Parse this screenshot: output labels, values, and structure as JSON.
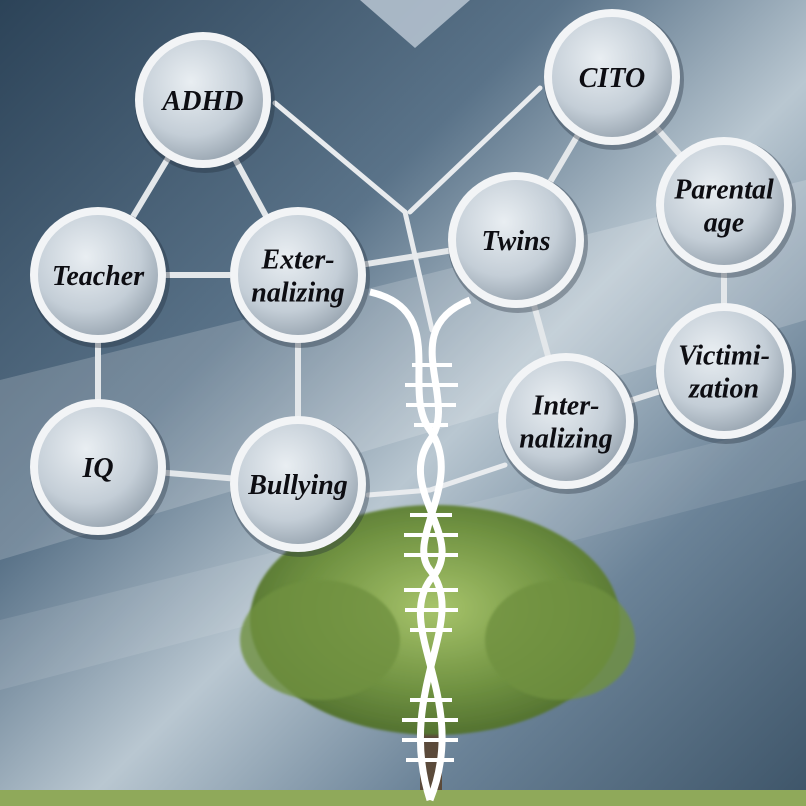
{
  "nodes": {
    "adhd": {
      "lines": [
        "ADHD"
      ]
    },
    "cito": {
      "lines": [
        "CITO"
      ]
    },
    "teacher": {
      "lines": [
        "Teacher"
      ]
    },
    "externalizing": {
      "lines": [
        "Exter-",
        "nalizing"
      ]
    },
    "twins": {
      "lines": [
        "Twins"
      ]
    },
    "parental_age": {
      "lines": [
        "Parental",
        "age"
      ]
    },
    "iq": {
      "lines": [
        "IQ"
      ]
    },
    "bullying": {
      "lines": [
        "Bullying"
      ]
    },
    "internalizing": {
      "lines": [
        "Inter-",
        "nalizing"
      ]
    },
    "victimization": {
      "lines": [
        "Victimi-",
        "zation"
      ]
    }
  },
  "edges": [
    [
      "adhd",
      "teacher"
    ],
    [
      "adhd",
      "externalizing"
    ],
    [
      "teacher",
      "externalizing"
    ],
    [
      "teacher",
      "iq"
    ],
    [
      "externalizing",
      "twins"
    ],
    [
      "externalizing",
      "bullying"
    ],
    [
      "iq",
      "bullying"
    ],
    [
      "cito",
      "twins"
    ],
    [
      "cito",
      "parental_age"
    ],
    [
      "parental_age",
      "victimization"
    ],
    [
      "twins",
      "internalizing"
    ],
    [
      "internalizing",
      "victimization"
    ]
  ],
  "colors": {
    "node_fill": "#c9d2da",
    "node_ring": "#f2f4f6",
    "edge": "#e3e7ea",
    "label": "#0d0d12",
    "sky": "#4f6880",
    "tree": "#7fa24a"
  }
}
